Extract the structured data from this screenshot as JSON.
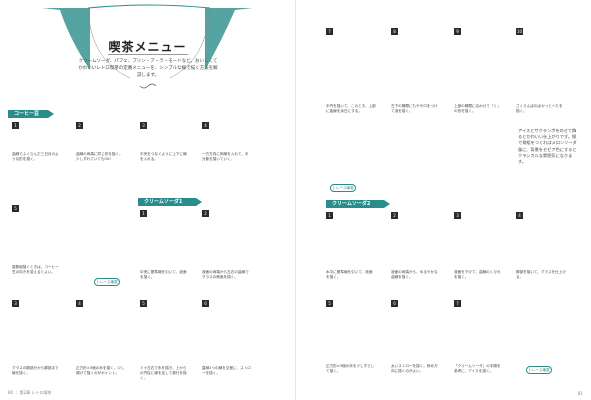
{
  "left": {
    "title": "喫茶メニュー",
    "intro": "クリームソーダ、パフェ、プリン・ア・ラ・モードなど。おいしくてかわいいレトロ喫茶の定番メニューを、シンプルな線で描く方法を解説します。",
    "section_coffee": "コーヒー豆",
    "section_soda": "クリームソーダ1",
    "trace_label": "トレース練習",
    "steps": [
      {
        "n": "1",
        "text": "曲線でふくらんだ三日月のような形を描く。"
      },
      {
        "n": "2",
        "text": "曲線の両端に同じ形を描く。少しずれていてもOK!"
      },
      {
        "n": "3",
        "text": "中央をつなぐように上下に線を入れる。"
      },
      {
        "n": "4",
        "text": "一方方向に斜線を入れて、半分影を描いていく。"
      },
      {
        "n": "5",
        "text": "複数個描くときは、コーヒー豆の向きを変えるとよい。"
      },
      {
        "n": "1",
        "text": "中央に基準線を引いて、液面を描く。"
      },
      {
        "n": "2",
        "text": "液面の両端から左右の曲線でグラスの側面を描く。"
      },
      {
        "n": "3",
        "text": "グラスの胴部分から脚部まで線を描く。"
      },
      {
        "n": "4",
        "text": "正方形×3個の氷を描く。少し傾けて描くのがポイント。"
      },
      {
        "n": "5",
        "text": "ミナ左右で氷を描き、上からの円柱に線を足して奥行を描く。"
      },
      {
        "n": "6",
        "text": "直線1つの線を交差に、ストローを描く。"
      }
    ],
    "footer": "80 ｜ 第2章 レトロ喫茶"
  },
  "right": {
    "section_soda2": "クリームソーダ2",
    "trace_label": "トレース練習",
    "note": "アイスとサクランボをのせて飾るとかわいい仕上がりです。線で骨組をつくればメロンソーダ風に、背景をセピア色にするとクラシカルな雰囲気になります。",
    "steps_top": [
      {
        "n": "7",
        "text": "半円を描いて、このとき、上部に曲線を余白にする。"
      },
      {
        "n": "8",
        "text": "左下の隙間にもやや口をつけて泡を描く。"
      },
      {
        "n": "9",
        "text": "上部の隙間に合わせて「く」の形を描く。"
      },
      {
        "n": "10",
        "text": "さくらんぼのぱかっとへたを描く。"
      }
    ],
    "steps_mid": [
      {
        "n": "1",
        "text": "水平に基準線を引いて、液面を描く。"
      },
      {
        "n": "2",
        "text": "液面の両端から、ゆるやかな曲線を描く。"
      },
      {
        "n": "3",
        "text": "液面を下げて、曲線のくびれを描く。"
      },
      {
        "n": "4",
        "text": "脚部を描いて、グラスを仕上げる。"
      }
    ],
    "steps_bot": [
      {
        "n": "5",
        "text": "正方形×3個の氷を少しずらして描く。"
      },
      {
        "n": "6",
        "text": "太いストローを描く。斜め方向に描くのがよい。"
      },
      {
        "n": "7",
        "text": "「クリームソーダ」の手順を参考に、アイスを描く。"
      }
    ],
    "footer": "81"
  }
}
